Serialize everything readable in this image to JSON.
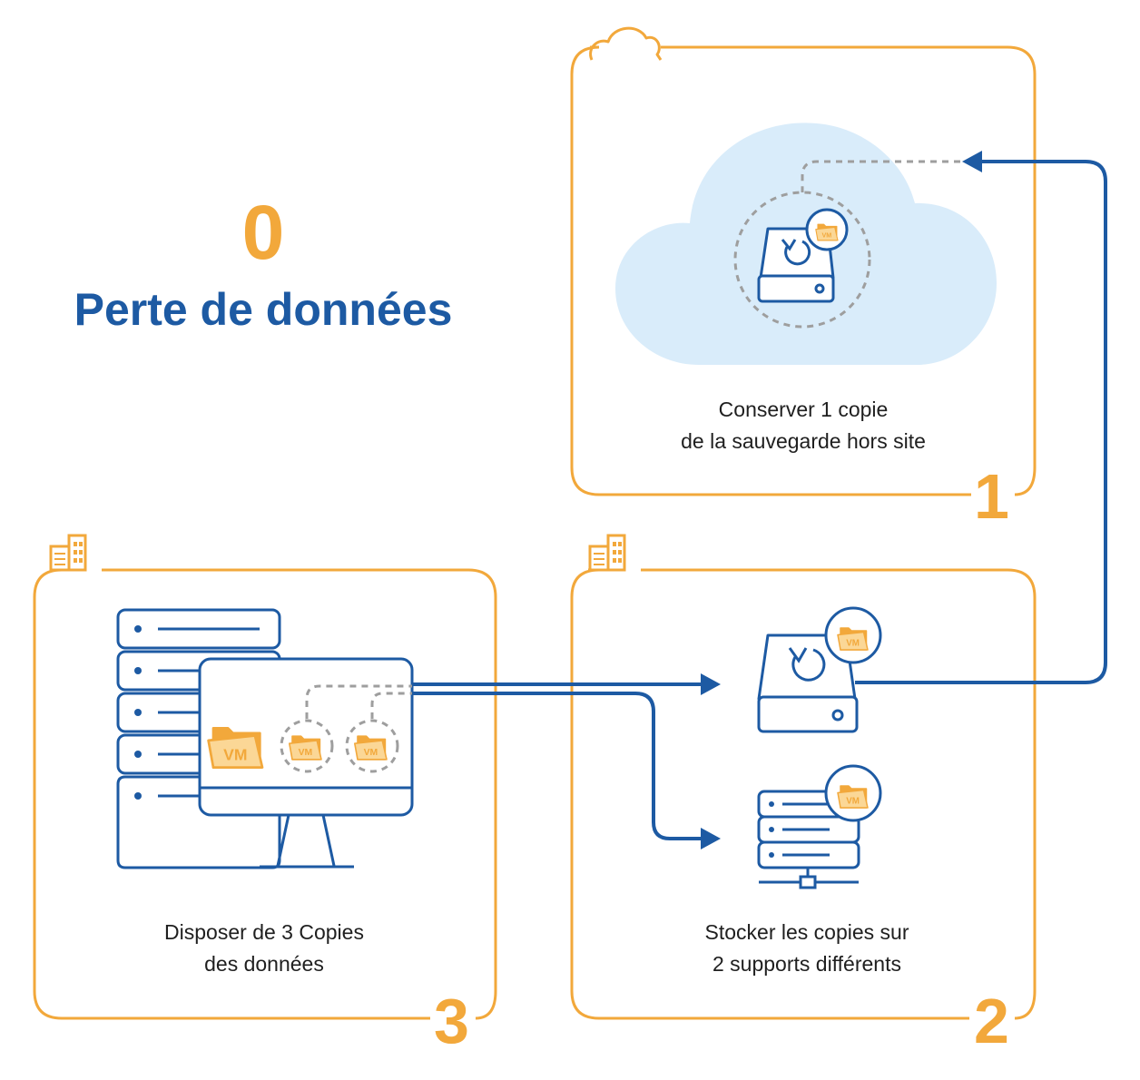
{
  "headline": {
    "zero": "0",
    "text": "Perte de données"
  },
  "panels": [
    {
      "number": "1",
      "line1": "Conserver 1 copie",
      "line2": "de la sauvegarde hors site"
    },
    {
      "number": "2",
      "line1": "Stocker les copies sur",
      "line2": "2 supports différents"
    },
    {
      "number": "3",
      "line1": "Disposer de 3 Copies",
      "line2": "des données"
    }
  ],
  "badge_label": "VM",
  "colors": {
    "orange": "#f2a83b",
    "blue": "#1d5aa3",
    "cloud": "#d9ecfa",
    "dashed": "#9e9e9e"
  }
}
